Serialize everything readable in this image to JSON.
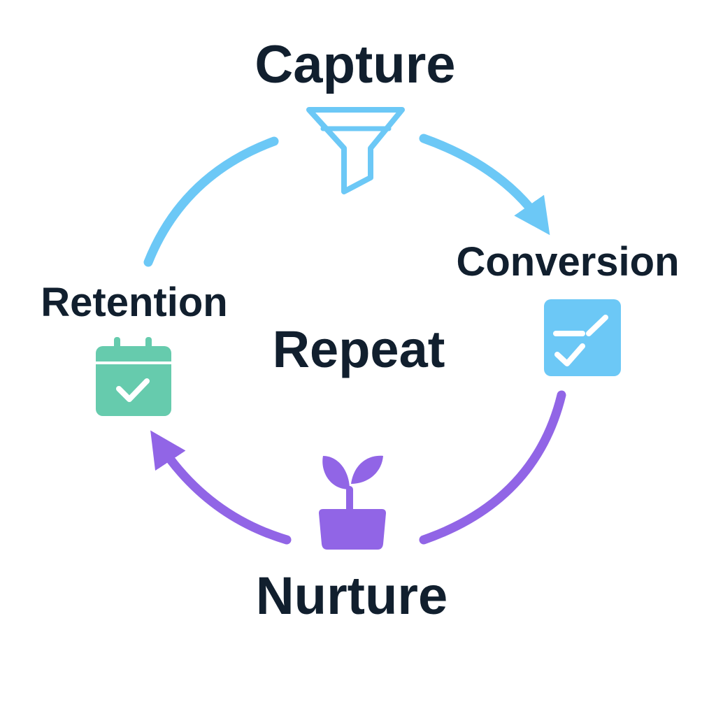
{
  "diagram": {
    "center_label": "Repeat",
    "stages": [
      {
        "id": "capture",
        "label": "Capture",
        "icon": "funnel-icon"
      },
      {
        "id": "conversion",
        "label": "Conversion",
        "icon": "checklist-icon"
      },
      {
        "id": "nurture",
        "label": "Nurture",
        "icon": "sprout-icon"
      },
      {
        "id": "retention",
        "label": "Retention",
        "icon": "calendar-check-icon"
      }
    ]
  },
  "colors": {
    "blue": "#6cc8f6",
    "purple": "#9165e6",
    "green": "#66cbad",
    "text": "#111f2e"
  }
}
